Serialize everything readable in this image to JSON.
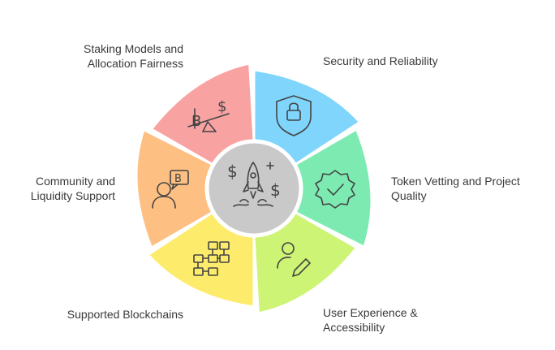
{
  "segments": [
    {
      "id": "staking",
      "lines": [
        "Staking Models and",
        "Allocation Fairness"
      ],
      "color": "#F9A2A2",
      "icon": "seesaw-bitcoin-dollar-icon"
    },
    {
      "id": "security",
      "lines": [
        "Security and Reliability"
      ],
      "color": "#7FD5FB",
      "icon": "shield-lock-icon"
    },
    {
      "id": "vetting",
      "lines": [
        "Token Vetting and Project",
        "Quality"
      ],
      "color": "#7DEBB1",
      "icon": "verified-badge-icon"
    },
    {
      "id": "ux",
      "lines": [
        "User Experience &",
        "Accessibility"
      ],
      "color": "#CDF474",
      "icon": "user-edit-icon"
    },
    {
      "id": "blockchains",
      "lines": [
        "Supported Blockchains"
      ],
      "color": "#FDEB6B",
      "icon": "blockchain-grid-icon"
    },
    {
      "id": "community",
      "lines": [
        "Community and",
        "Liquidity Support"
      ],
      "color": "#FEBF82",
      "icon": "person-bitcoin-chat-icon"
    }
  ],
  "hub": {
    "color": "#C9C9C9",
    "icon": "rocket-dollar-icon"
  }
}
